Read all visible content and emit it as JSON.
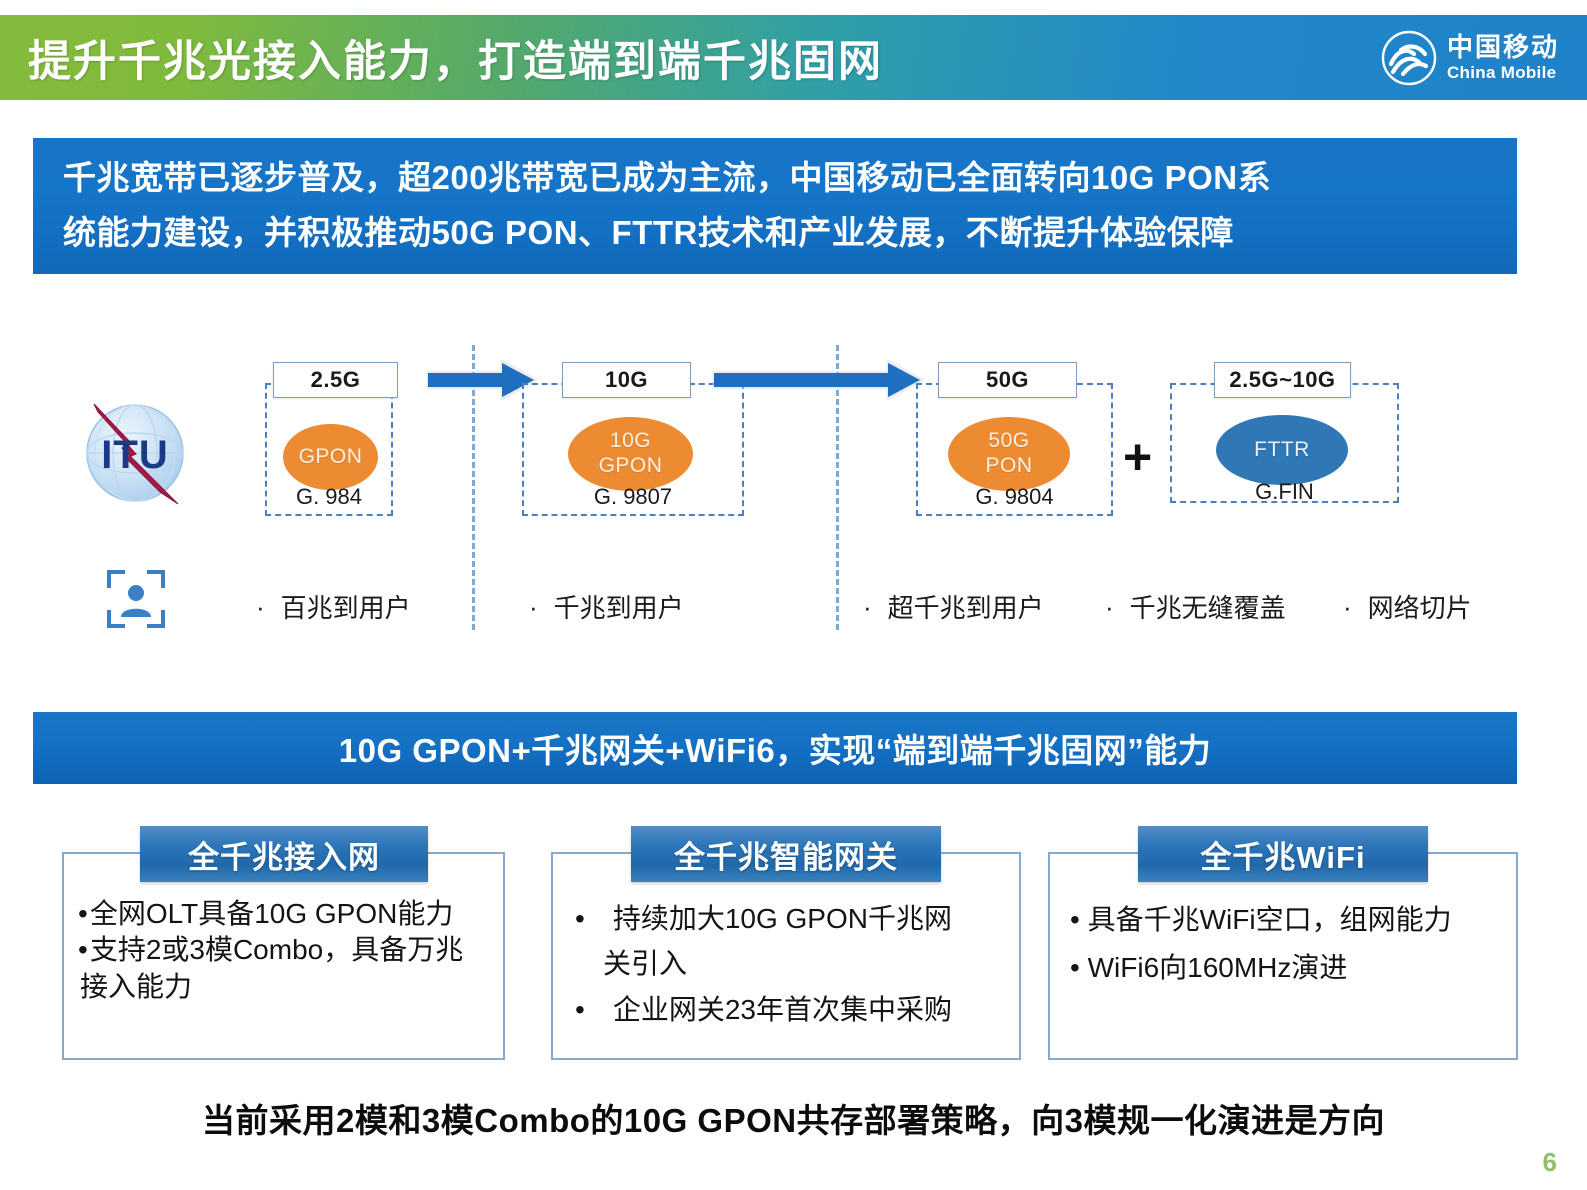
{
  "header": {
    "title": "提升千兆光接入能力，打造端到端千兆固网",
    "logo": {
      "icon": "china-mobile-logo",
      "cn": "中国移动",
      "en": "China Mobile"
    },
    "gradient_from": "#85bb3c",
    "gradient_to": "#1f81c9"
  },
  "banner_top": {
    "line1": "千兆宽带已逐步普及，超200兆带宽已成为主流，中国移动已全面转向10G PON系",
    "line2": "统能力建设，并积极推动50G PON、FTTR技术和产业发展，不断提升体验保障",
    "bg": "#1470c3"
  },
  "diagram": {
    "itu_icon": "itu-globe-logo",
    "itu_label": "ITU",
    "user_icon": "user-target-icon",
    "stages": [
      {
        "cap": "2.5G",
        "oval_line1": "GPON",
        "oval_line2": "",
        "code": "G. 984",
        "color": "#ed8b32"
      },
      {
        "cap": "10G",
        "oval_line1": "10G",
        "oval_line2": "GPON",
        "code": "G. 9807",
        "color": "#ed8b32"
      },
      {
        "cap": "50G",
        "oval_line1": "50G",
        "oval_line2": "PON",
        "code": "G. 9804",
        "color": "#ed8b32"
      },
      {
        "cap": "2.5G~10G",
        "oval_line1": "FTTR",
        "oval_line2": "",
        "code": "G.FIN",
        "color": "#2f77b5"
      }
    ],
    "plus": "+",
    "arrow_color": "#1f6fc0",
    "bullets": [
      {
        "dot": "·",
        "label": "百兆到用户"
      },
      {
        "dot": "·",
        "label": "千兆到用户"
      },
      {
        "dot": "·",
        "label": "超千兆到用户"
      },
      {
        "dot": "·",
        "label": "千兆无缝覆盖"
      },
      {
        "dot": "·",
        "label": "网络切片"
      }
    ]
  },
  "banner_mid": {
    "text": "10G GPON+千兆网关+WiFi6，实现“端到端千兆固网”能力",
    "bg": "#1371c4"
  },
  "cards": [
    {
      "title": "全千兆接入网",
      "items": [
        {
          "bullet": "•",
          "text": "全网OLT具备10G GPON能力"
        },
        {
          "bullet": "•",
          "text": "支持2或3模Combo，具备万兆"
        },
        {
          "bullet": "",
          "text": "接入能力"
        }
      ]
    },
    {
      "title": "全千兆智能网关",
      "items": [
        {
          "bullet": "•",
          "text": "持续加大10G GPON千兆网"
        },
        {
          "bullet": "",
          "text": "关引入"
        },
        {
          "bullet": "•",
          "text": "企业网关23年首次集中采购"
        }
      ]
    },
    {
      "title": "全千兆WiFi",
      "items": [
        {
          "bullet": "•",
          "text": "具备千兆WiFi空口，组网能力"
        },
        {
          "bullet": "•",
          "text": "WiFi6向160MHz演进"
        }
      ]
    }
  ],
  "footnote": "当前采用2模和3模Combo的10G GPON共存部署策略，向3模规一化演进是方向",
  "page_number": "6"
}
